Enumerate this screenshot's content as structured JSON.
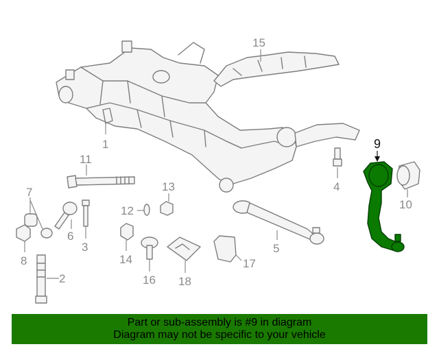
{
  "diagram": {
    "labels": {
      "p1": "1",
      "p2": "2",
      "p3": "3",
      "p4": "4",
      "p6": "6",
      "p7": "7",
      "p8": "8",
      "p9": "9",
      "p10": "10",
      "p11": "11",
      "p12": "12",
      "p13": "13",
      "p14": "14",
      "p15": "15",
      "p16": "16",
      "p17": "17",
      "p18": "18",
      "p5": "5"
    },
    "highlighted_part": "9",
    "highlight_color": "#0a7a00"
  },
  "banner": {
    "line1": "Part or sub-assembly is #9 in diagram",
    "line2": "Diagram may not be specific to your vehicle",
    "background": "#1a7a00"
  }
}
